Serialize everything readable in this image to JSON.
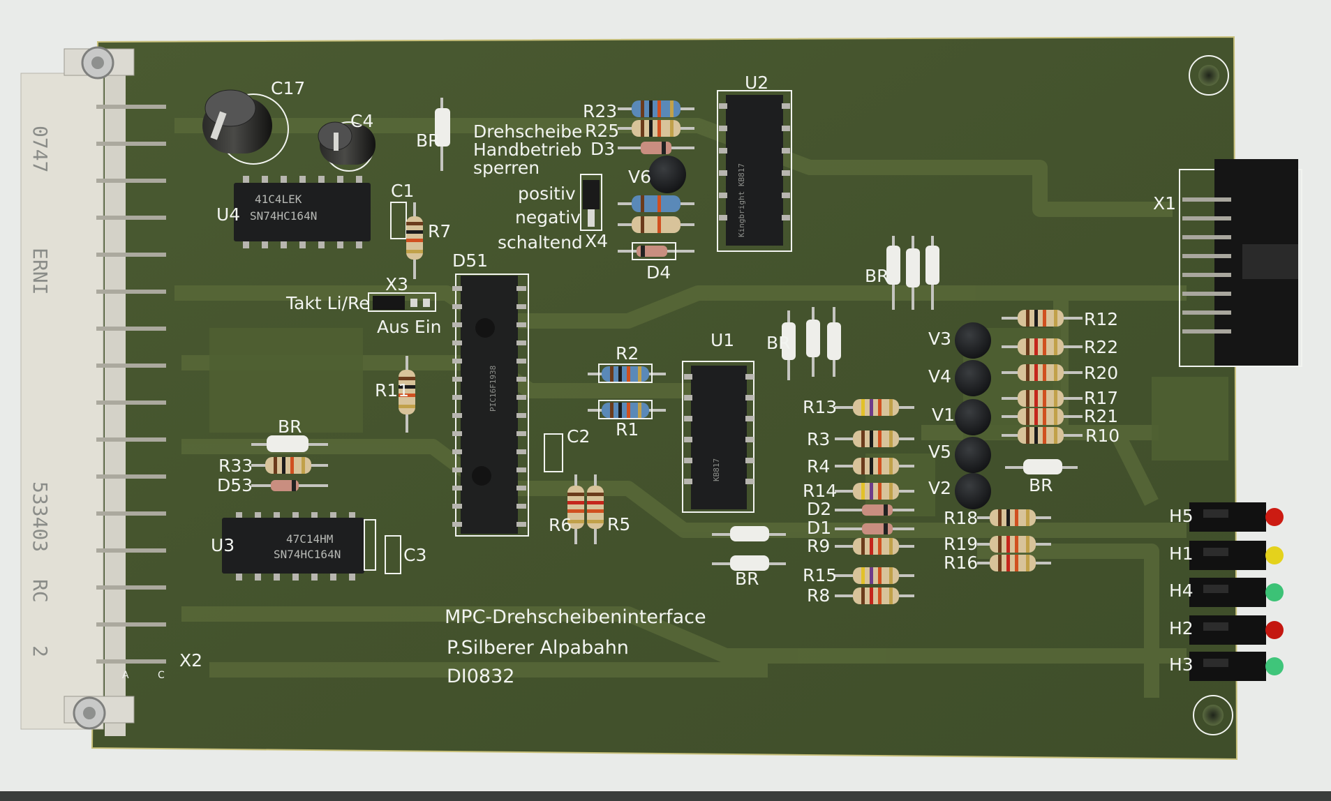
{
  "board": {
    "title": "MPC-Drehscheibeninterface",
    "author": "P.Silberer Alpabahn",
    "code": "DI0832",
    "colors": {
      "pcb": "#47552f",
      "trace": "#5a6a38",
      "silk": "#f2f4f0",
      "background": "#e9ebe9"
    }
  },
  "connector": {
    "vertical_text": [
      "0747",
      "ERNI",
      "533403",
      "RC",
      "2"
    ],
    "row_a": "A",
    "row_c": "C",
    "name": "X2"
  },
  "labels": {
    "c17": "C17",
    "c4": "C4",
    "c1": "C1",
    "c2": "C2",
    "c3": "C3",
    "u4": "U4",
    "u3": "U3",
    "u2": "U2",
    "u1": "U1",
    "d51": "D51",
    "r7": "R7",
    "r11": "R11",
    "r33": "R33",
    "d53": "D53",
    "r6": "R6",
    "r5": "R5",
    "r2": "R2",
    "r1": "R1",
    "r23": "R23",
    "r25": "R25",
    "d3": "D3",
    "d4": "D4",
    "v6": "V6",
    "x4": "X4",
    "x3": "X3",
    "x1": "X1",
    "br1": "BR",
    "br2": "BR",
    "br3": "BR",
    "br4": "BR",
    "br5": "BR",
    "br6": "BR",
    "takt": "Takt Li/Re",
    "aus_ein": "Aus Ein",
    "drehscheibe": "Drehscheibe",
    "handbetrieb": "Handbetrieb",
    "sperren": "sperren",
    "positiv": "positiv",
    "negativ": "negativ",
    "schaltend": "schaltend",
    "r13": "R13",
    "r3": "R3",
    "r4": "R4",
    "r14": "R14",
    "d2": "D2",
    "d1": "D1",
    "r9": "R9",
    "r15": "R15",
    "r8": "R8",
    "r12": "R12",
    "r22": "R22",
    "r20": "R20",
    "r17": "R17",
    "r21": "R21",
    "r10": "R10",
    "r18": "R18",
    "r19": "R19",
    "r16": "R16",
    "v3": "V3",
    "v4": "V4",
    "v1": "V1",
    "v5": "V5",
    "v2": "V2",
    "h5": "H5",
    "h1": "H1",
    "h4": "H4",
    "h2": "H2",
    "h3": "H3"
  },
  "chips": {
    "u4_line1": "41C4LEK",
    "u4_line2": "SN74HC164N",
    "u3_line1": "47C14HM",
    "u3_line2": "SN74HC164N",
    "d51_marking": "PIC16F1938",
    "u2_marking": "Kingbright KB817",
    "u1_marking": "KB817"
  },
  "leds": {
    "h5": "#cc1b12",
    "h1": "#e4d21c",
    "h4": "#3cc276",
    "h2": "#c41710",
    "h3": "#3fc57a"
  }
}
